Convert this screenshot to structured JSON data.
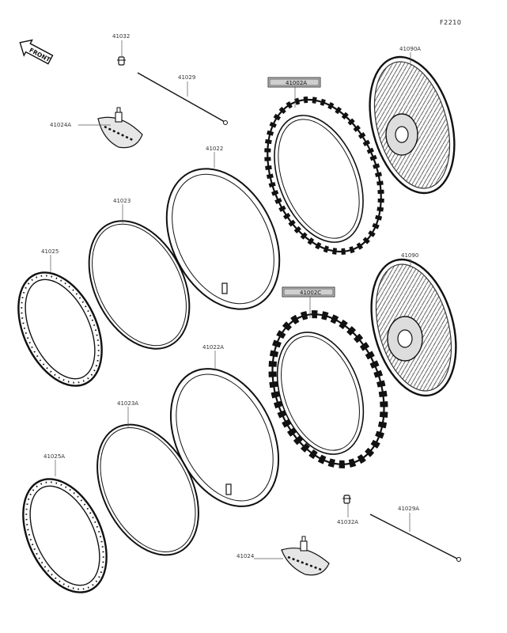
{
  "figure_code": "F2210",
  "front_label": "FRONT",
  "parts": {
    "p41032": "41032",
    "p41029": "41029",
    "p41024a": "41024A",
    "p41022": "41022",
    "p41023": "41023",
    "p41025": "41025",
    "p41002a": "41002A",
    "p41090a": "41090A",
    "p41090": "41090",
    "p41002c": "41002C",
    "p41022a": "41022A",
    "p41023a": "41023A",
    "p41025a": "41025A",
    "p41032a": "41032A",
    "p41029a": "41029A",
    "p41024": "41024"
  },
  "colors": {
    "line": "#1a1a1a",
    "label_box_fill": "#cfcfcf",
    "leader": "#555555"
  }
}
